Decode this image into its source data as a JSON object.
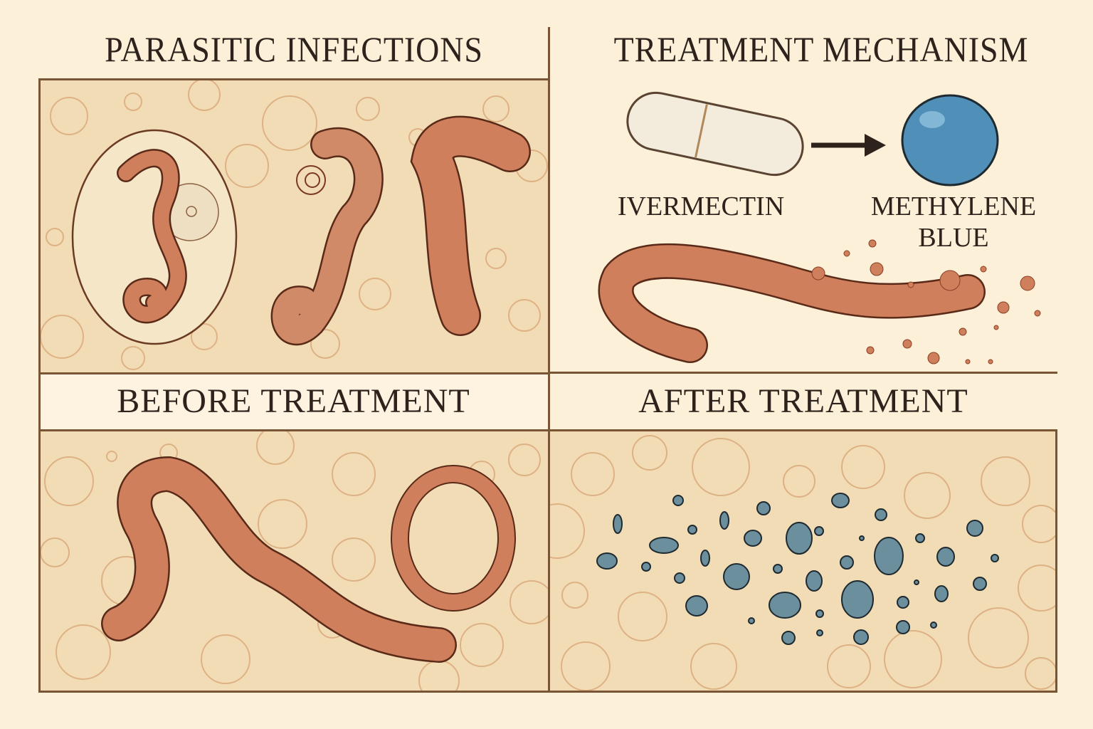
{
  "sections": {
    "top_left": {
      "title": "PARASITIC INFECTIONS"
    },
    "top_right": {
      "title": "TREATMENT MECHANISM",
      "drug_label": "IVERMECTIN",
      "result_label": "METHYLENE BLUE",
      "arrow": "right-arrow"
    },
    "bottom_left": {
      "title": "BEFORE TREATMENT"
    },
    "bottom_right": {
      "title": "AFTER TREATMENT"
    }
  },
  "colors": {
    "background": "#fcf0d9",
    "panel_fill": "#f2dcb6",
    "border": "#7a5535",
    "worm": "#cf7f5c",
    "worm_outline": "#5a2a18",
    "cell": "#d9a778",
    "blue_particle": "#6c8f9e",
    "methylene_blue": "#4f8fb8",
    "capsule": "#f3ecdd",
    "text": "#2e231c"
  }
}
